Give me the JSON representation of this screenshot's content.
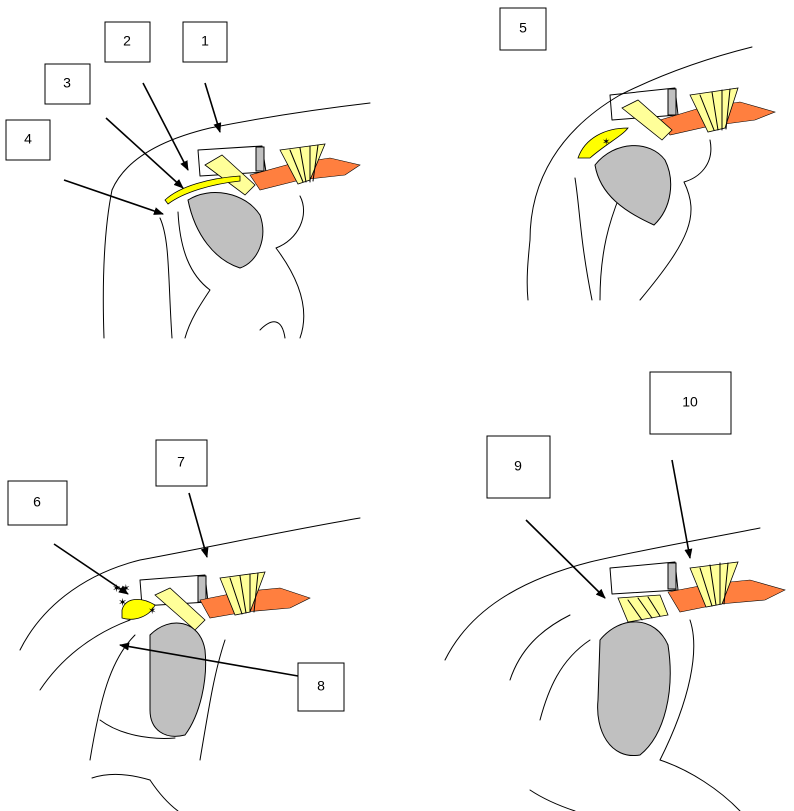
{
  "labels": {
    "l1": "1",
    "l2": "2",
    "l3": "3",
    "l4": "4",
    "l5": "5",
    "l6": "6",
    "l7": "7",
    "l8": "8",
    "l9": "9",
    "l10": "10"
  },
  "colors": {
    "bone": "#c0c0c0",
    "bursa": "#ffff00",
    "tendon": "#ffff99",
    "muscle": "#ff7f3f",
    "outline": "#000000",
    "background": "#ffffff"
  },
  "icons": {
    "inflammation": "star-burst"
  }
}
